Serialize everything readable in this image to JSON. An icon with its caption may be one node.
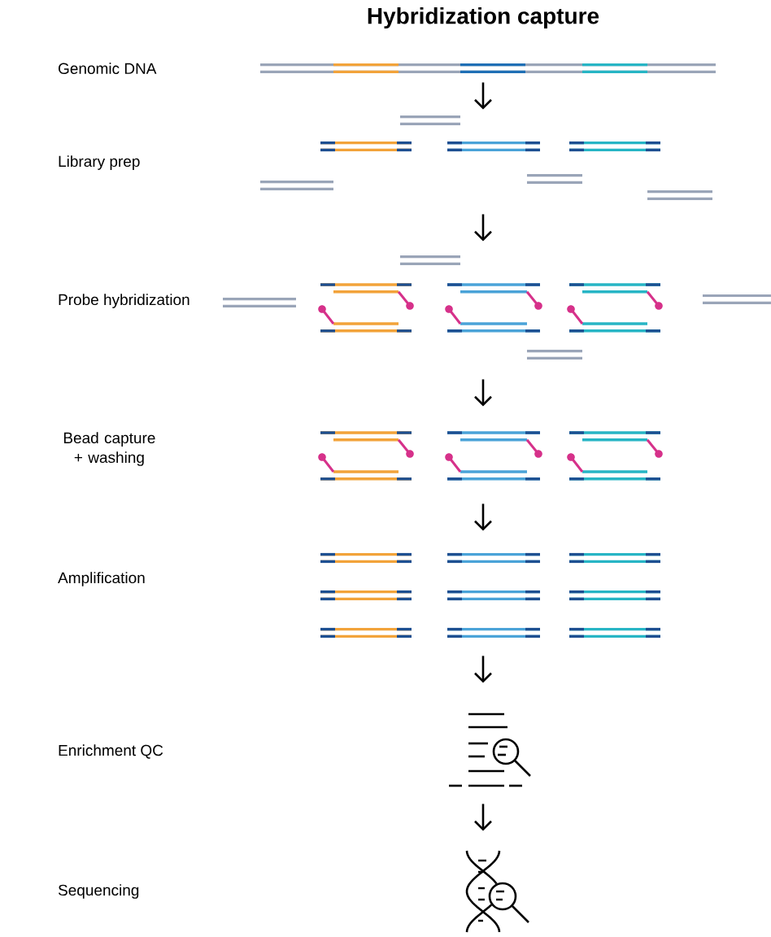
{
  "diagram": {
    "title": "Hybridization capture",
    "nodes": [
      {
        "text": [],
        "shape": "picture"
      },
      {
        "text": [],
        "shape": "picture"
      },
      {
        "text": [],
        "shape": "picture"
      },
      {
        "text": [],
        "shape": "picture"
      },
      {
        "text": [],
        "shape": "picture"
      },
      {
        "text": [],
        "shape": "picture"
      },
      {
        "text": [],
        "shape": "picture"
      }
    ],
    "edges": [
      {
        "from": 0,
        "to": 1,
        "arrow": "to"
      },
      {
        "from": 1,
        "to": 2,
        "arrow": "to"
      },
      {
        "from": 2,
        "to": 3,
        "arrow": "to"
      },
      {
        "from": 3,
        "to": 4,
        "arrow": "to"
      },
      {
        "from": 4,
        "to": 5,
        "arrow": "to"
      },
      {
        "from": 5,
        "to": 6,
        "arrow": "to"
      }
    ],
    "labels": [
      "Genomic DNA",
      "Library prep",
      "Probe hybridization",
      "Bead capture + washing",
      "Amplification",
      "Enrichment QC",
      "Sequencing"
    ]
  }
}
